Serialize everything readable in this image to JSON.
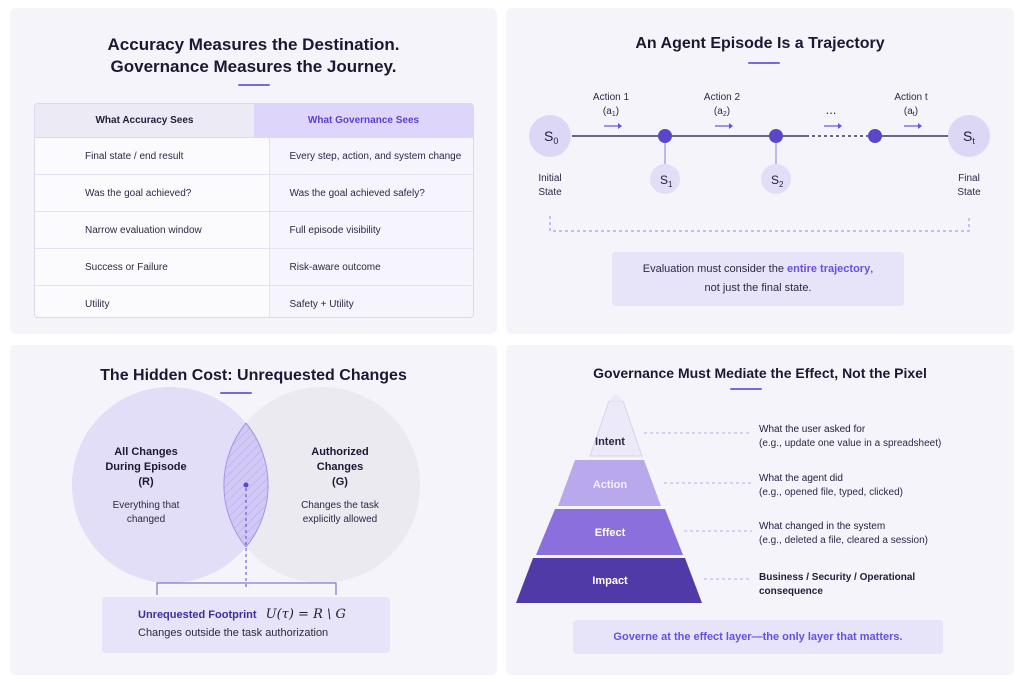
{
  "panel1": {
    "title_line1": "Accuracy Measures the Destination.",
    "title_line2": "Governance Measures the Journey.",
    "headers": [
      "What Accuracy Sees",
      "What Governance Sees"
    ],
    "rows": [
      [
        "Final state / end result",
        "Every step, action, and system change"
      ],
      [
        "Was the goal achieved?",
        "Was the goal achieved safely?"
      ],
      [
        "Narrow evaluation window",
        "Full episode visibility"
      ],
      [
        "Success or Failure",
        "Risk-aware outcome"
      ],
      [
        "Utility",
        "Safety + Utility"
      ]
    ]
  },
  "panel2": {
    "title": "An Agent Episode Is a Trajectory",
    "start_state": "S",
    "start_sub": "0",
    "end_state": "S",
    "end_sub": "t",
    "initial_label_1": "Initial",
    "initial_label_2": "State",
    "final_label_1": "Final",
    "final_label_2": "State",
    "actions": [
      {
        "label": "Action 1",
        "sym": "(a",
        "sub": "1",
        "close": ")"
      },
      {
        "label": "Action 2",
        "sym": "(a",
        "sub": "2",
        "close": ")"
      },
      {
        "label": "Action t",
        "sym": "(a",
        "sub": "t",
        "close": ")"
      }
    ],
    "ellipsis": "...",
    "mid_states": [
      {
        "s": "S",
        "sub": "1"
      },
      {
        "s": "S",
        "sub": "2"
      }
    ],
    "note_pre": "Evaluation must consider the ",
    "note_em": "entire trajectory",
    "note_post": ",",
    "note_line2": "not just the final state."
  },
  "panel3": {
    "title": "The Hidden Cost: Unrequested Changes",
    "left_title_1": "All Changes",
    "left_title_2": "During Episode",
    "left_title_3": "(R)",
    "left_desc_1": "Everything that",
    "left_desc_2": "changed",
    "right_title_1": "Authorized",
    "right_title_2": "Changes",
    "right_title_3": "(G)",
    "right_desc_1": "Changes the task",
    "right_desc_2": "explicitly allowed",
    "footprint_label": "Unrequested Footprint",
    "formula": "U(τ) = R \\ G",
    "footprint_desc": "Changes outside the task authorization"
  },
  "panel4": {
    "title": "Governance Must Mediate the Effect, Not the Pixel",
    "layers": [
      {
        "name": "Intent",
        "desc1": "What the user asked for",
        "desc2": "(e.g., update one value in a spreadsheet)"
      },
      {
        "name": "Action",
        "desc1": "What the agent did",
        "desc2": "(e.g., opened file, typed, clicked)"
      },
      {
        "name": "Effect",
        "desc1": "What changed in the system",
        "desc2": "(e.g., deleted a file, cleared a session)"
      },
      {
        "name": "Impact",
        "desc1": "Business / Security / Operational",
        "desc2": "consequence"
      }
    ],
    "footer": "Governe at the effect layer—the only layer that matters."
  },
  "colors": {
    "accent": "#6a4fe0",
    "panel_bg": "#f5f4fb",
    "pyramid": [
      "#ece9f8",
      "#b9a9ec",
      "#8a6fdd",
      "#4f3aa7"
    ]
  }
}
